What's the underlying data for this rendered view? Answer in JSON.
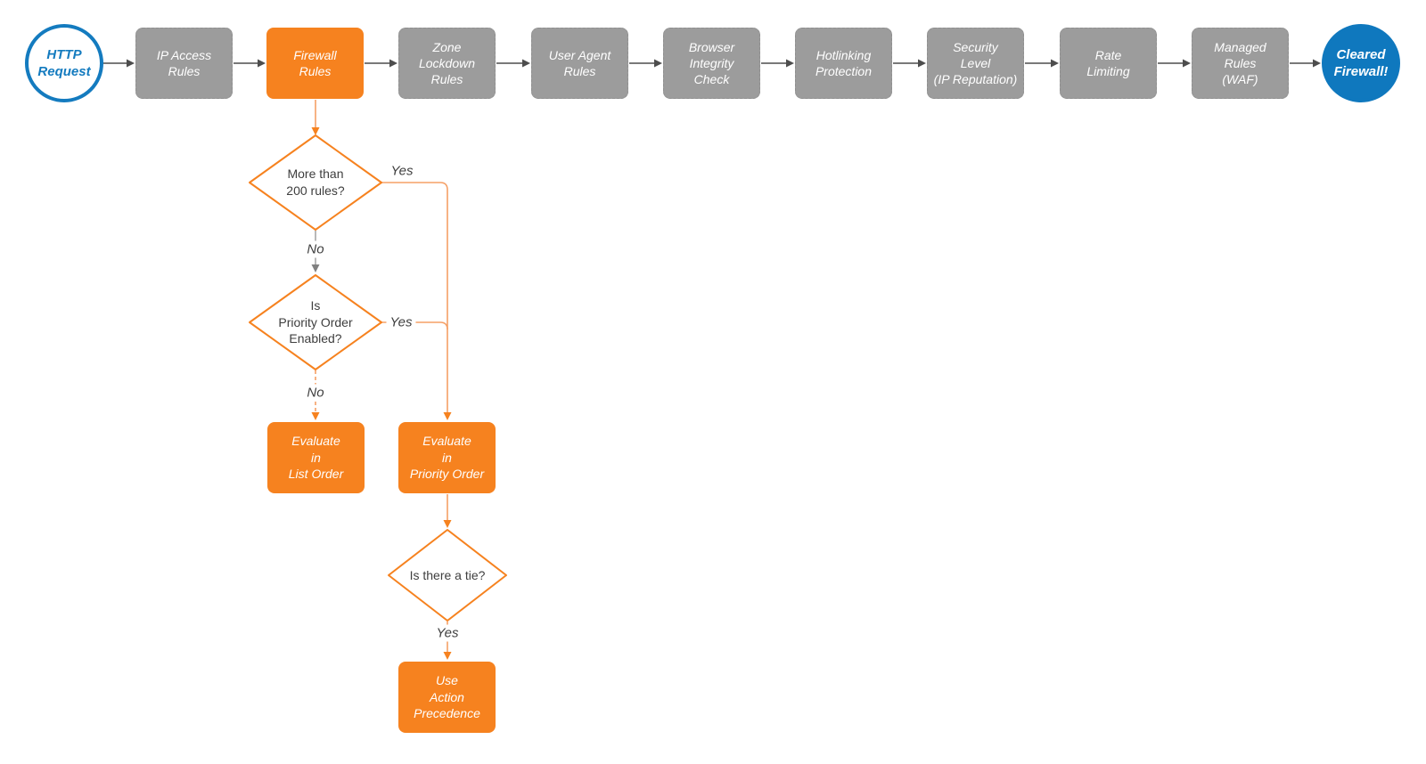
{
  "colors": {
    "orange": "#F6821F",
    "orange_line": "#F5A066",
    "gray_box": "#9C9C9C",
    "gray_box_border": "#8F8F8F",
    "arrow_gray": "#4D4D4D",
    "gray_line": "#A6A6A6",
    "gray_head": "#808080",
    "blue": "#147BBF",
    "blue_fill": "#0F78BE",
    "text_dark": "#3E3E3E"
  },
  "pipeline": [
    {
      "id": "http-request",
      "type": "start-circle",
      "label": "HTTP\nRequest"
    },
    {
      "id": "ip-access-rules",
      "type": "step",
      "label": "IP Access\nRules"
    },
    {
      "id": "firewall-rules",
      "type": "step-active",
      "label": "Firewall\nRules"
    },
    {
      "id": "zone-lockdown-rules",
      "type": "step",
      "label": "Zone\nLockdown\nRules"
    },
    {
      "id": "user-agent-rules",
      "type": "step",
      "label": "User Agent\nRules"
    },
    {
      "id": "browser-integrity-check",
      "type": "step",
      "label": "Browser\nIntegrity\nCheck"
    },
    {
      "id": "hotlinking-protection",
      "type": "step",
      "label": "Hotlinking\nProtection"
    },
    {
      "id": "security-level",
      "type": "step",
      "label": "Security\nLevel\n(IP Reputation)"
    },
    {
      "id": "rate-limiting",
      "type": "step",
      "label": "Rate\nLimiting"
    },
    {
      "id": "managed-rules-waf",
      "type": "step",
      "label": "Managed\nRules\n(WAF)"
    },
    {
      "id": "cleared-firewall",
      "type": "end-circle",
      "label": "Cleared\nFirewall!"
    }
  ],
  "decisions": [
    {
      "id": "more-than-200-rules",
      "label": "More than\n200 rules?"
    },
    {
      "id": "priority-order-enabled",
      "label": "Is\nPriority Order\nEnabled?"
    },
    {
      "id": "is-there-a-tie",
      "label": "Is there a tie?"
    }
  ],
  "actions": [
    {
      "id": "evaluate-list-order",
      "label": "Evaluate\nin\nList Order"
    },
    {
      "id": "evaluate-priority-order",
      "label": "Evaluate\nin\nPriority Order"
    },
    {
      "id": "use-action-precedence",
      "label": "Use\nAction\nPrecedence"
    }
  ],
  "edge_labels": {
    "yes_200_rules": "Yes",
    "no_200_rules": "No",
    "yes_priority_order": "Yes",
    "no_priority_order": "No",
    "yes_tie": "Yes"
  }
}
